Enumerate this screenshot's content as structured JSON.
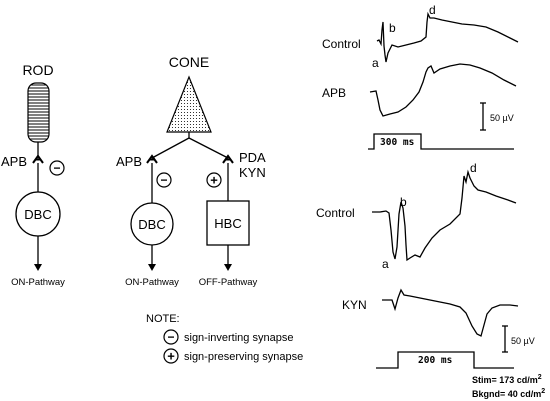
{
  "rod_column": {
    "title": "ROD",
    "receptor_label": "APB",
    "synapse_sign": "−",
    "cell_label": "DBC",
    "pathway_label": "ON-Pathway"
  },
  "cone_column": {
    "title": "CONE",
    "left_branch": {
      "receptor_label": "APB",
      "synapse_sign": "−",
      "cell_label": "DBC",
      "pathway_label": "ON-Pathway"
    },
    "right_branch": {
      "receptor_label_line1": "PDA",
      "receptor_label_line2": "KYN",
      "synapse_sign": "+",
      "cell_label": "HBC",
      "pathway_label": "OFF-Pathway"
    }
  },
  "note": {
    "title": "NOTE:",
    "items": [
      {
        "symbol": "−",
        "text": "sign-inverting synapse"
      },
      {
        "symbol": "+",
        "text": "sign-preserving synapse"
      }
    ]
  },
  "top_traces": {
    "trace1_label": "Control",
    "trace2_label": "APB",
    "wave_labels": {
      "a": "a",
      "b": "b",
      "d": "d"
    },
    "scale_bar_label": "50 µV",
    "stim_label": "300 ms"
  },
  "bottom_traces": {
    "trace1_label": "Control",
    "trace2_label": "KYN",
    "wave_labels": {
      "a": "a",
      "b": "b",
      "d": "d"
    },
    "scale_bar_label": "50 µV",
    "stim_label": "200 ms",
    "stim_text": "Stim= 173 cd/m",
    "stim_sup": "2",
    "bkgnd_text": "Bkgnd= 40 cd/m",
    "bkgnd_sup": "2"
  }
}
